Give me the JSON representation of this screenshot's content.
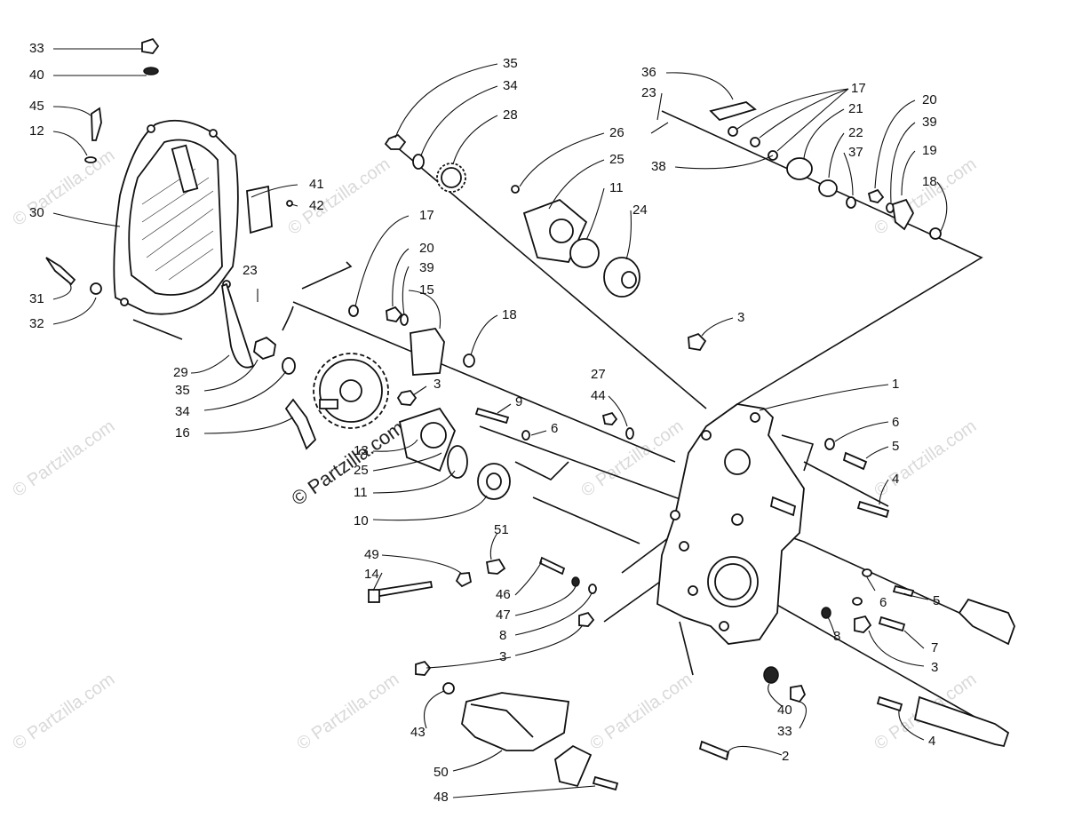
{
  "watermark": {
    "brand": "© Partzilla.com",
    "center": "© Partzilla.com"
  },
  "callouts": [
    "33",
    "40",
    "45",
    "12",
    "30",
    "31",
    "32",
    "29",
    "35",
    "34",
    "16",
    "23",
    "41",
    "42",
    "17",
    "20",
    "39",
    "15",
    "18",
    "3",
    "13",
    "25",
    "11",
    "10",
    "9",
    "6",
    "35",
    "34",
    "28",
    "26",
    "25",
    "11",
    "24",
    "36",
    "23",
    "17",
    "21",
    "22",
    "37",
    "38",
    "20",
    "39",
    "19",
    "18",
    "3",
    "27",
    "44",
    "1",
    "6",
    "5",
    "4",
    "5",
    "6",
    "7",
    "8",
    "3",
    "51",
    "49",
    "14",
    "46",
    "47",
    "8",
    "3",
    "43",
    "50",
    "48",
    "40",
    "33",
    "2",
    "4"
  ]
}
